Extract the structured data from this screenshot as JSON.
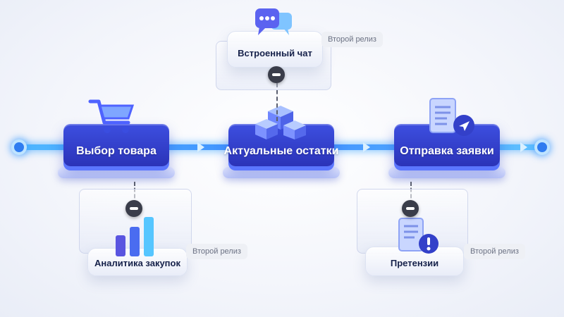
{
  "stages": [
    {
      "label": "Выбор товара",
      "icon": "cart-icon"
    },
    {
      "label": "Актуальные остатки",
      "icon": "boxes-icon"
    },
    {
      "label": "Отправка заявки",
      "icon": "document-send-icon"
    }
  ],
  "optional_features": [
    {
      "label": "Встроенный чат",
      "badge": "Второй релиз",
      "icon": "chat-icon"
    },
    {
      "label": "Аналитика закупок",
      "badge": "Второй релиз",
      "icon": "bar-chart-icon"
    },
    {
      "label": "Претензии",
      "badge": "Второй релиз",
      "icon": "document-alert-icon"
    }
  ],
  "colors": {
    "primary": "#2b33b8",
    "line": "#3f8cff",
    "accent": "#7a8cff"
  }
}
